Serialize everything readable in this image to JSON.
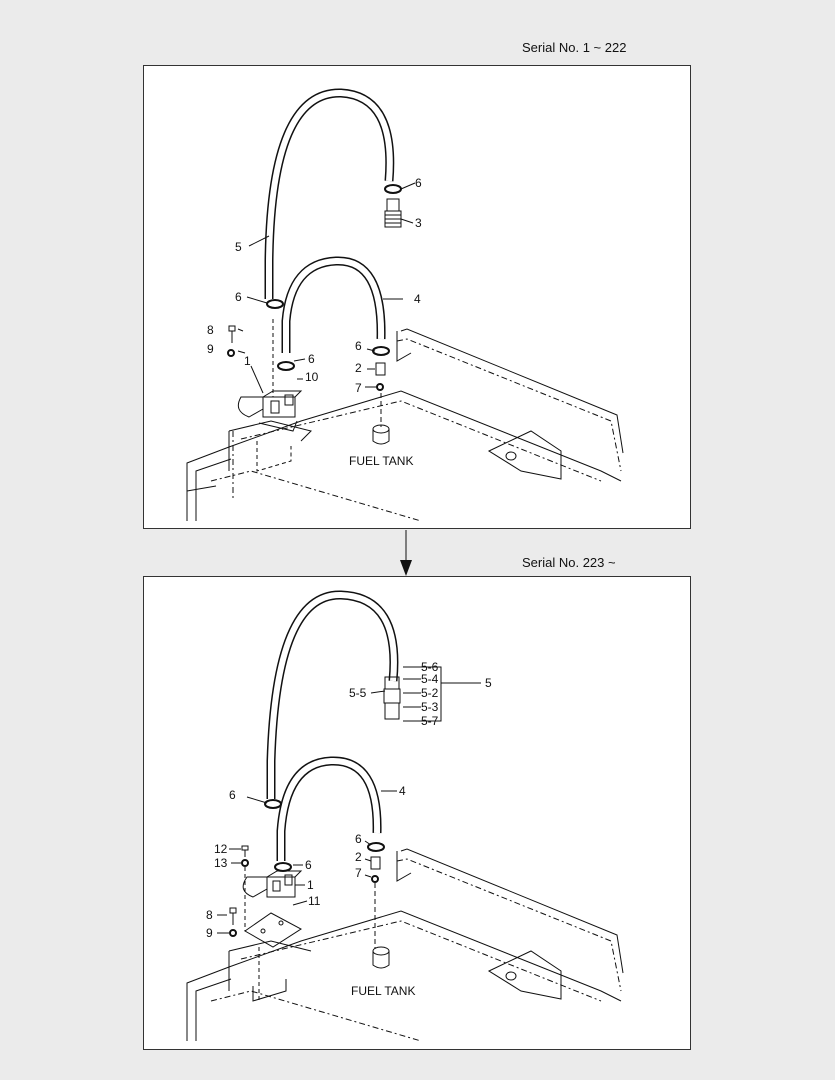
{
  "serial_top": "Serial No. 1 ~ 222",
  "serial_bottom": "Serial No. 223 ~",
  "top": {
    "tank_label": "FUEL TANK",
    "callouts": [
      "6",
      "3",
      "5",
      "4",
      "6",
      "8",
      "9",
      "1",
      "6",
      "10",
      "6",
      "2",
      "7"
    ]
  },
  "bottom": {
    "tank_label": "FUEL TANK",
    "callouts": [
      "5-6",
      "5-4",
      "5-5",
      "5-2",
      "5-3",
      "5-7",
      "5",
      "6",
      "4",
      "12",
      "13",
      "6",
      "1",
      "6",
      "2",
      "7",
      "8",
      "11",
      "9"
    ]
  },
  "colors": {
    "line": "#111111",
    "background": "#ebebeb",
    "panel": "#ffffff"
  }
}
